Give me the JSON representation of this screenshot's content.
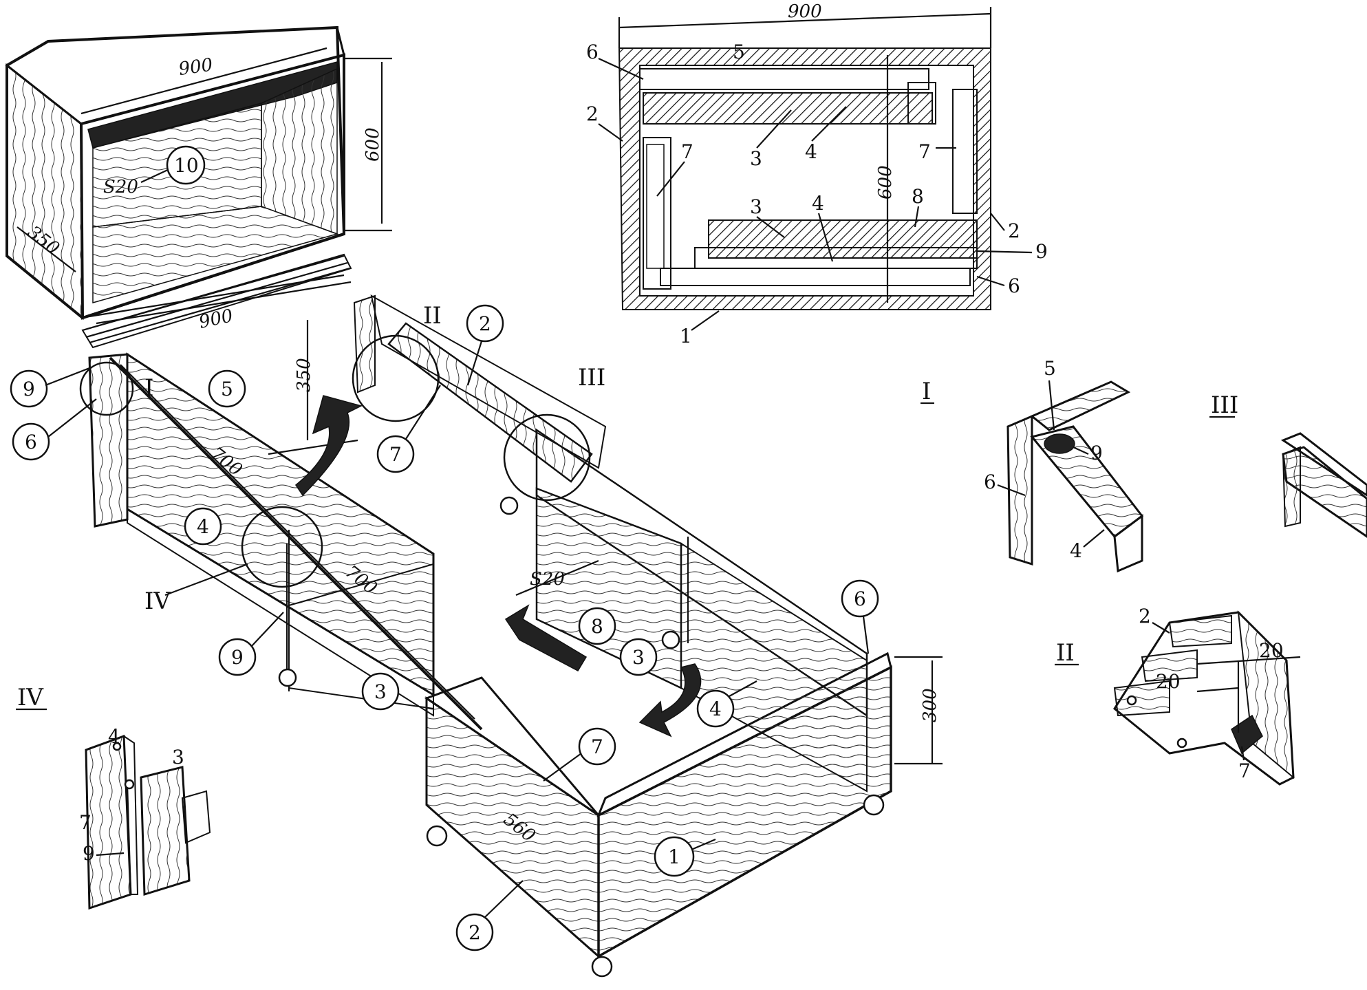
{
  "cabinet": {
    "width": "900",
    "height": "600",
    "depth": "350",
    "panel_code": "S20",
    "panel_num": "10"
  },
  "base": {
    "width": "900",
    "height": "350",
    "side1": "700",
    "side2": "700",
    "front": "560",
    "end_h": "300",
    "mark": "S20"
  },
  "labels": {
    "b9": "9",
    "b6": "6",
    "b5": "5",
    "b4": "4",
    "b9b": "9",
    "b3": "3",
    "b7": "7",
    "b2": "2",
    "b8": "8",
    "b3b": "3",
    "b6b": "6",
    "b4b": "4",
    "b7b": "7",
    "b1": "1",
    "b2b": "2"
  },
  "roman": {
    "r1": "I",
    "r2": "II",
    "r3": "III",
    "r4": "IV"
  },
  "plan": {
    "width": "900",
    "height": "600",
    "n6a": "6",
    "n5": "5",
    "n2a": "2",
    "n3a": "3",
    "n4a": "4",
    "n7a": "7",
    "n7b": "7",
    "n3b": "3",
    "n4b": "4",
    "n8": "8",
    "n2b": "2",
    "n9": "9",
    "n6b": "6",
    "n1": "1"
  },
  "detail_I": {
    "title": "I",
    "n5": "5",
    "n9": "9",
    "n6": "6",
    "n4": "4"
  },
  "detail_II": {
    "title": "II",
    "n2": "2",
    "n20a": "20",
    "n20b": "20",
    "n7": "7"
  },
  "detail_III": {
    "title": "III"
  },
  "detail_IV": {
    "title": "IV",
    "n4": "4",
    "n3": "3",
    "n7": "7",
    "n9": "9"
  }
}
